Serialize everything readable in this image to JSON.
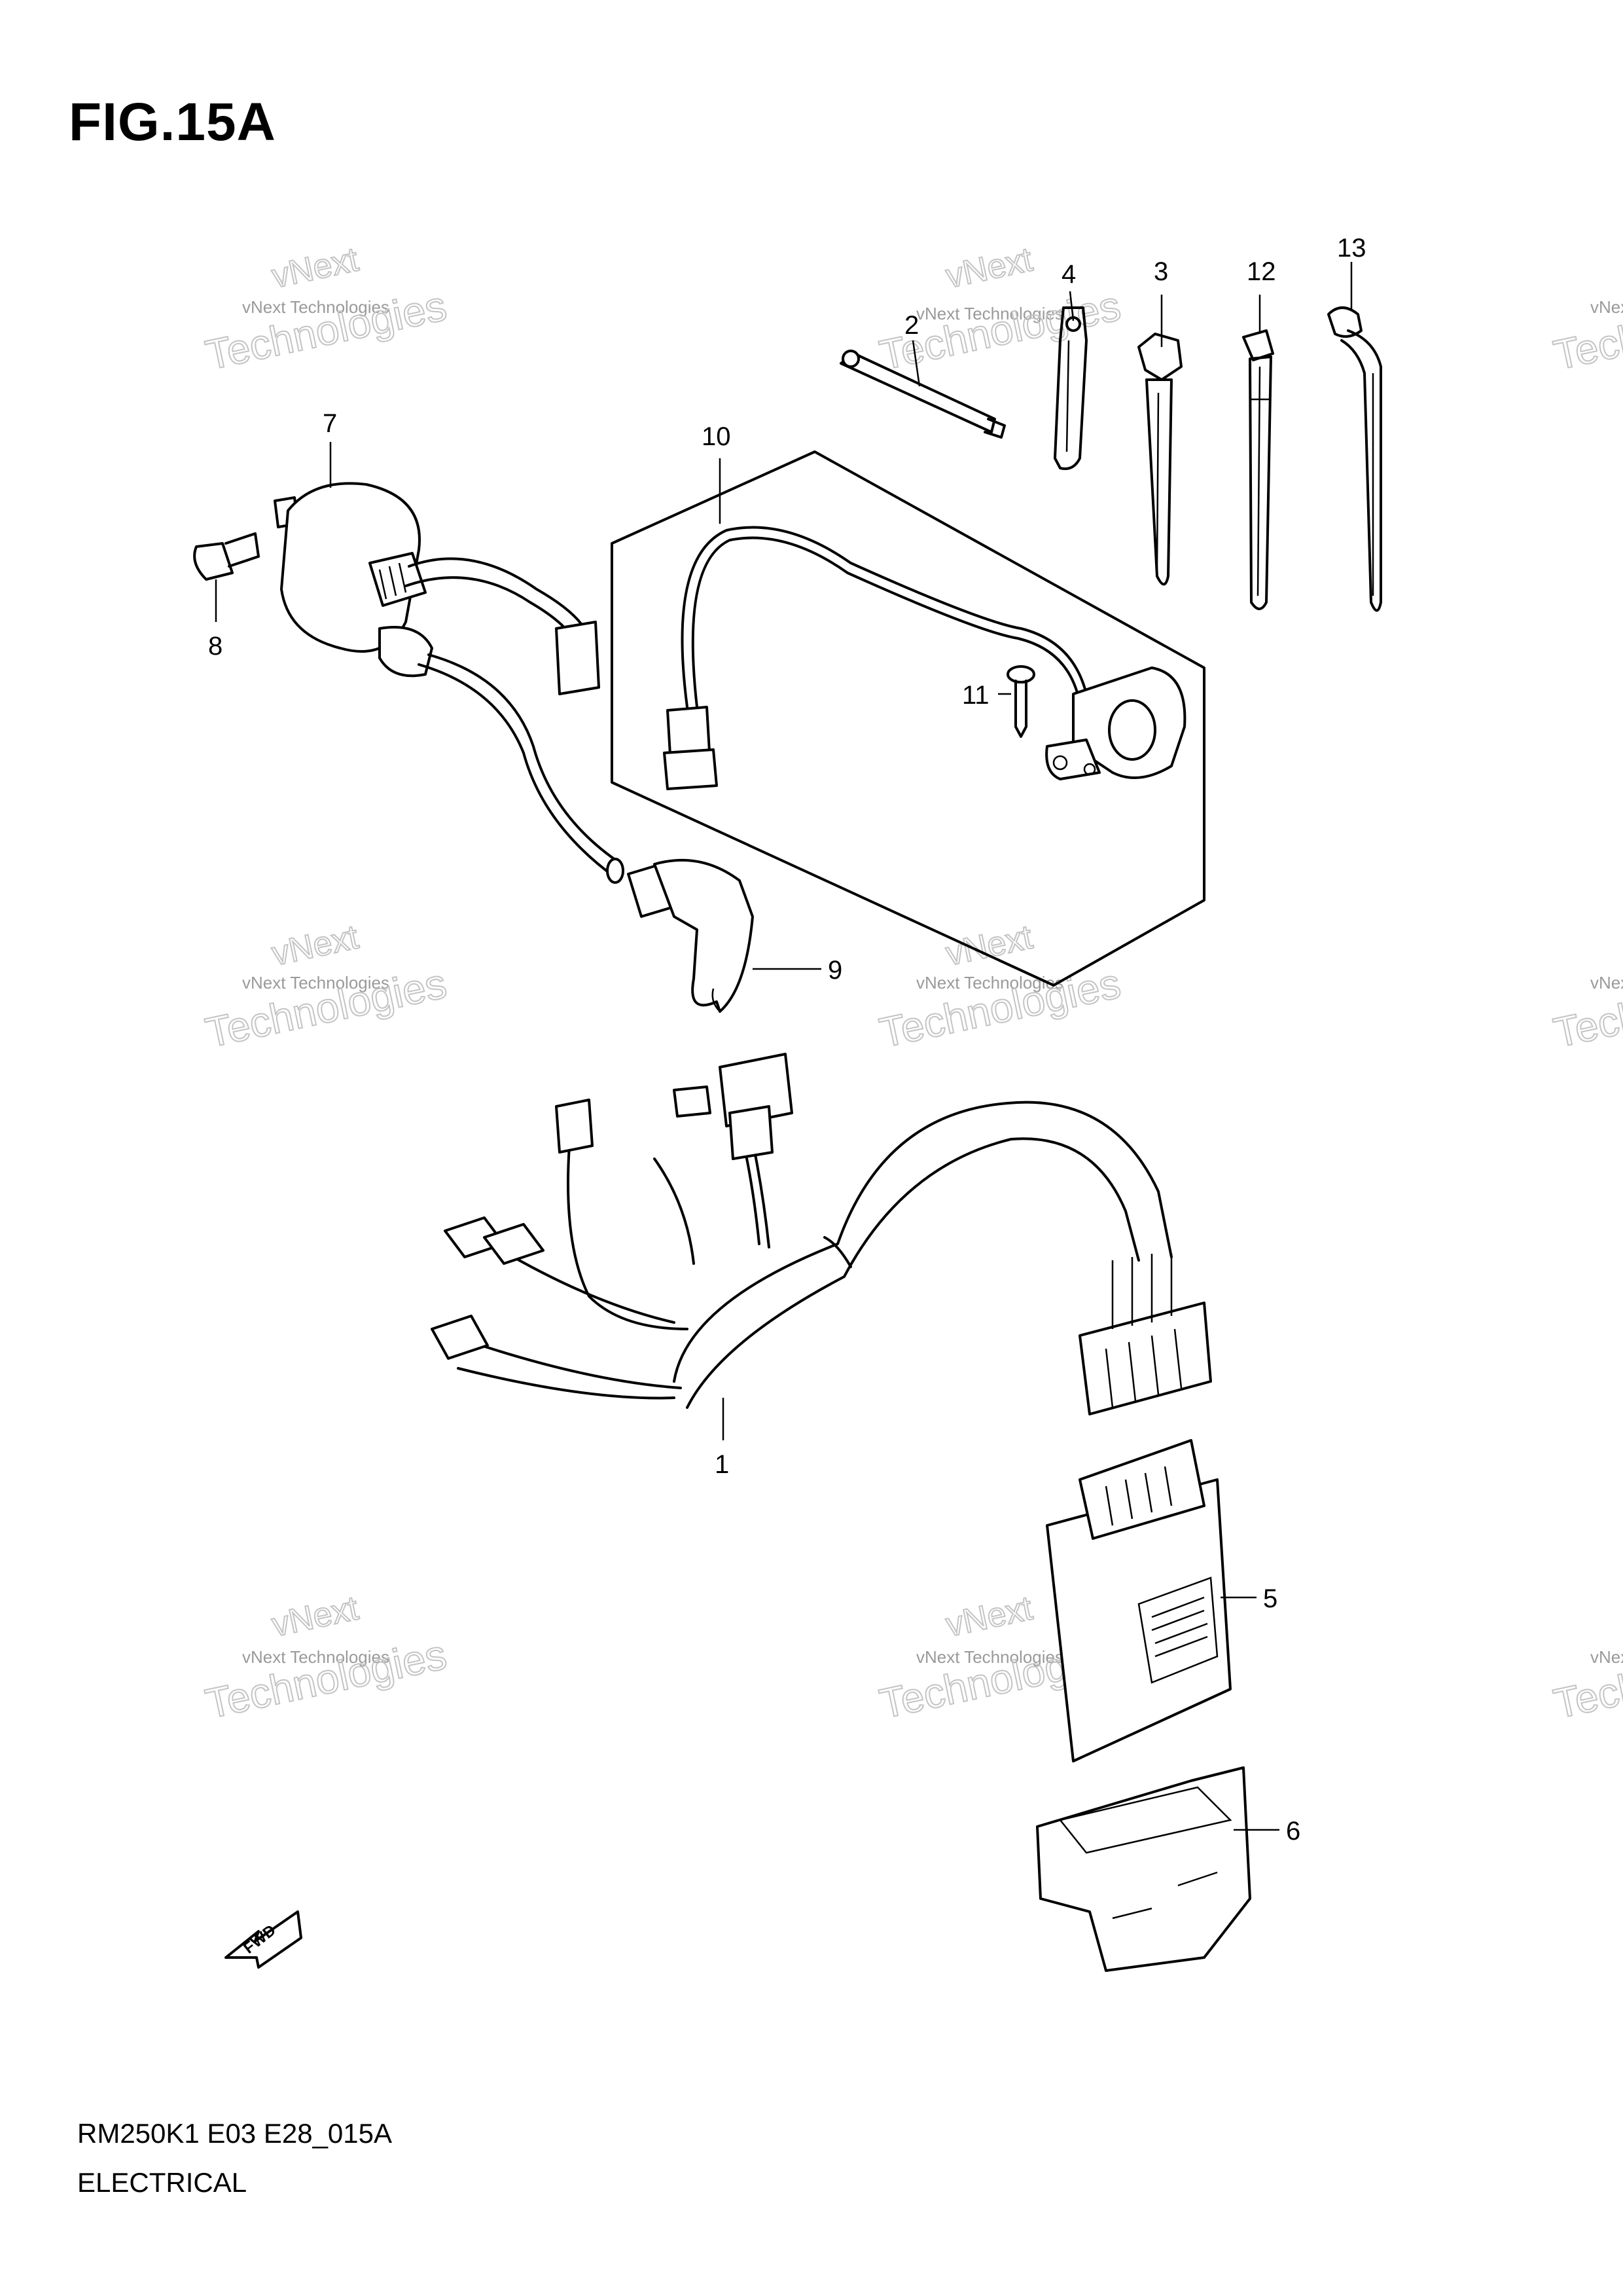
{
  "figure": {
    "title": "FIG.15A",
    "model_code": "RM250K1 E03 E28_015A",
    "section": "ELECTRICAL"
  },
  "direction_arrow": {
    "label": "FWD"
  },
  "callouts": [
    "1",
    "2",
    "3",
    "4",
    "5",
    "6",
    "7",
    "8",
    "9",
    "10",
    "11",
    "12",
    "13"
  ],
  "watermark": {
    "line1": "vNext Technologies",
    "line2": "vNext",
    "line3": "Technologies"
  }
}
